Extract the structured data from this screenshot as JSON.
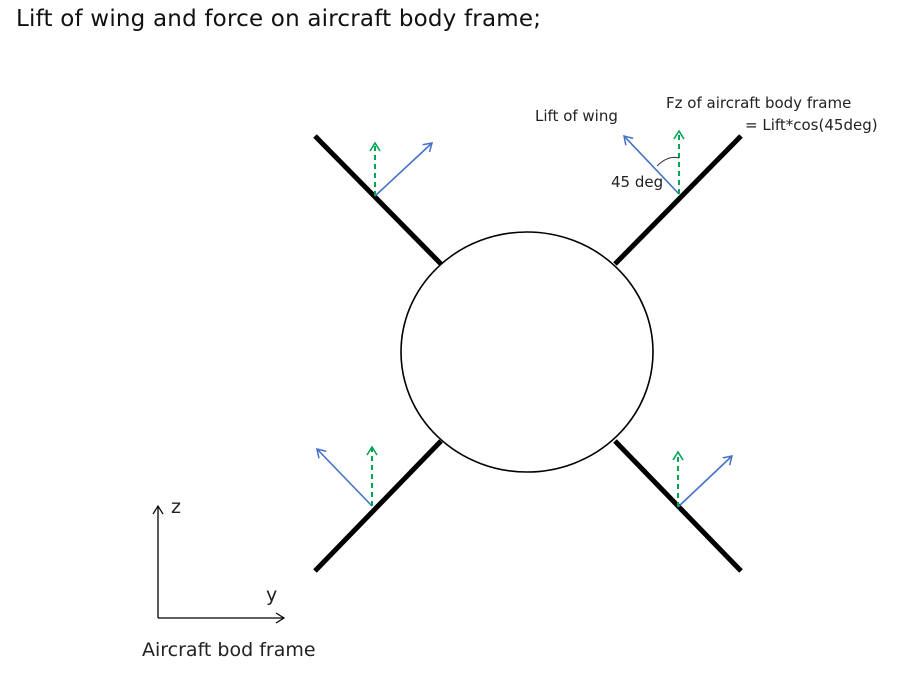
{
  "title": "Lift of wing and force on aircraft body frame;",
  "labels": {
    "lift_of_wing": "Lift of wing",
    "fz_line1": "Fz of aircraft body frame",
    "fz_line2": "= Lift*cos(45deg)",
    "angle": "45 deg",
    "axis_z": "z",
    "axis_y": "y",
    "frame_caption": "Aircraft bod frame"
  },
  "colors": {
    "wing": "#000000",
    "lift_arrow": "#4472c4",
    "fz_arrow": "#00a651",
    "text": "#222222"
  }
}
